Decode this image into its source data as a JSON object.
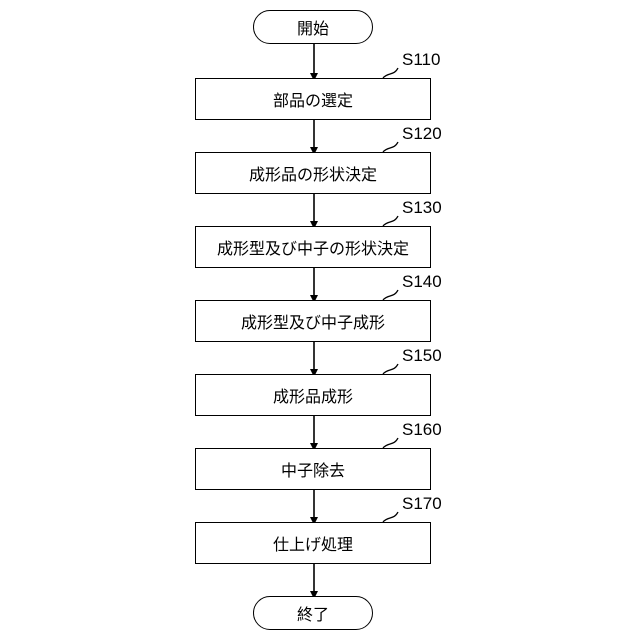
{
  "flowchart": {
    "start": {
      "label": "開始"
    },
    "end": {
      "label": "終了"
    },
    "steps": [
      {
        "id": "S110",
        "label": "部品の選定"
      },
      {
        "id": "S120",
        "label": "成形品の形状決定"
      },
      {
        "id": "S130",
        "label": "成形型及び中子の形状決定"
      },
      {
        "id": "S140",
        "label": "成形型及び中子成形"
      },
      {
        "id": "S150",
        "label": "成形品成形"
      },
      {
        "id": "S160",
        "label": "中子除去"
      },
      {
        "id": "S170",
        "label": "仕上げ処理"
      }
    ]
  }
}
